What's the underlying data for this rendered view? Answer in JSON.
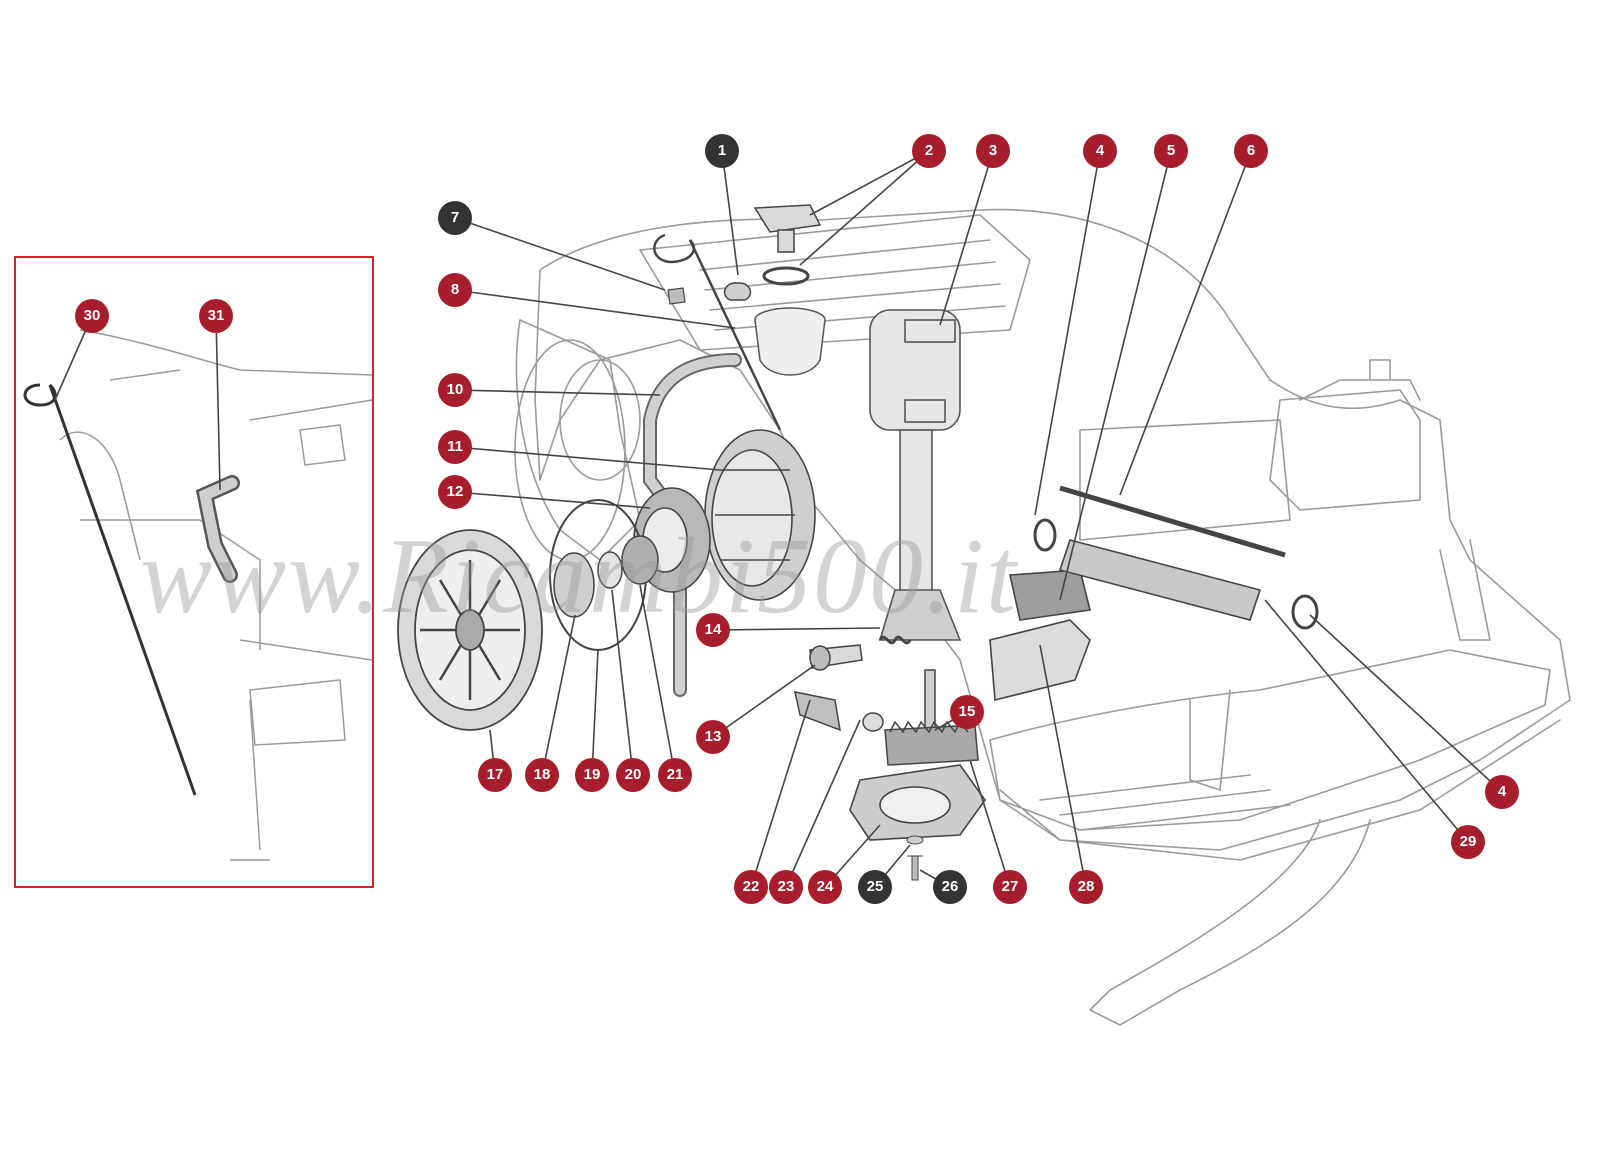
{
  "watermark": "www.Ricambi500.it",
  "colors": {
    "callout_red": "#a81d2b",
    "callout_dark": "#333333",
    "inset_border": "#d8232a",
    "line_art": "#9a9a9a",
    "leader": "#444444",
    "part_fill": "#b8b8b8"
  },
  "callouts": [
    {
      "id": "c1",
      "label": "1",
      "style": "dark"
    },
    {
      "id": "c2",
      "label": "2",
      "style": "red"
    },
    {
      "id": "c3",
      "label": "3",
      "style": "red"
    },
    {
      "id": "c4a",
      "label": "4",
      "style": "red"
    },
    {
      "id": "c5",
      "label": "5",
      "style": "red"
    },
    {
      "id": "c6",
      "label": "6",
      "style": "red"
    },
    {
      "id": "c7",
      "label": "7",
      "style": "dark"
    },
    {
      "id": "c8",
      "label": "8",
      "style": "red"
    },
    {
      "id": "c10",
      "label": "10",
      "style": "red"
    },
    {
      "id": "c11",
      "label": "11",
      "style": "red"
    },
    {
      "id": "c12",
      "label": "12",
      "style": "red"
    },
    {
      "id": "c13",
      "label": "13",
      "style": "red"
    },
    {
      "id": "c14",
      "label": "14",
      "style": "red"
    },
    {
      "id": "c15",
      "label": "15",
      "style": "red"
    },
    {
      "id": "c17",
      "label": "17",
      "style": "red"
    },
    {
      "id": "c18",
      "label": "18",
      "style": "red"
    },
    {
      "id": "c19",
      "label": "19",
      "style": "red"
    },
    {
      "id": "c20",
      "label": "20",
      "style": "red"
    },
    {
      "id": "c21",
      "label": "21",
      "style": "red"
    },
    {
      "id": "c22",
      "label": "22",
      "style": "red"
    },
    {
      "id": "c23",
      "label": "23",
      "style": "red"
    },
    {
      "id": "c24",
      "label": "24",
      "style": "red"
    },
    {
      "id": "c25",
      "label": "25",
      "style": "dark"
    },
    {
      "id": "c26",
      "label": "26",
      "style": "dark"
    },
    {
      "id": "c27",
      "label": "27",
      "style": "red"
    },
    {
      "id": "c28",
      "label": "28",
      "style": "red"
    },
    {
      "id": "c29",
      "label": "29",
      "style": "red"
    },
    {
      "id": "c4b",
      "label": "4",
      "style": "red"
    },
    {
      "id": "c30",
      "label": "30",
      "style": "red"
    },
    {
      "id": "c31",
      "label": "31",
      "style": "red"
    }
  ]
}
